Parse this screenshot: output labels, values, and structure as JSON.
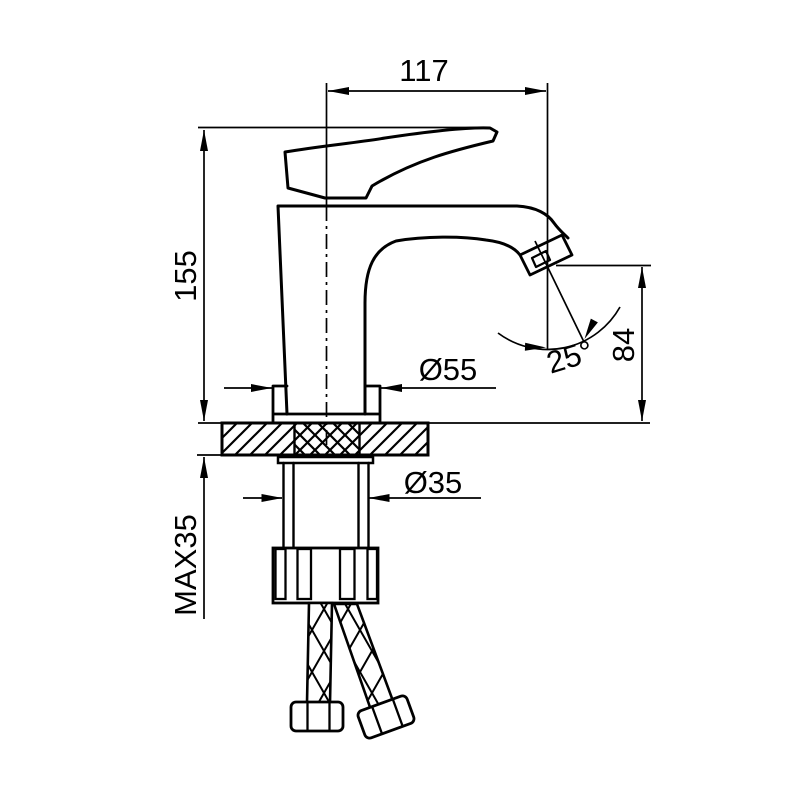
{
  "drawing": {
    "title": "basin-faucet-installation-dimension-drawing",
    "background": "#ffffff",
    "line_color": "#000000",
    "labels": {
      "spout_reach": "117",
      "total_height": "155",
      "base_diameter": "Ø55",
      "shank_diameter": "Ø35",
      "max_counter_thickness": "MAX35",
      "outlet_height": "84",
      "outlet_angle": "25°"
    }
  }
}
